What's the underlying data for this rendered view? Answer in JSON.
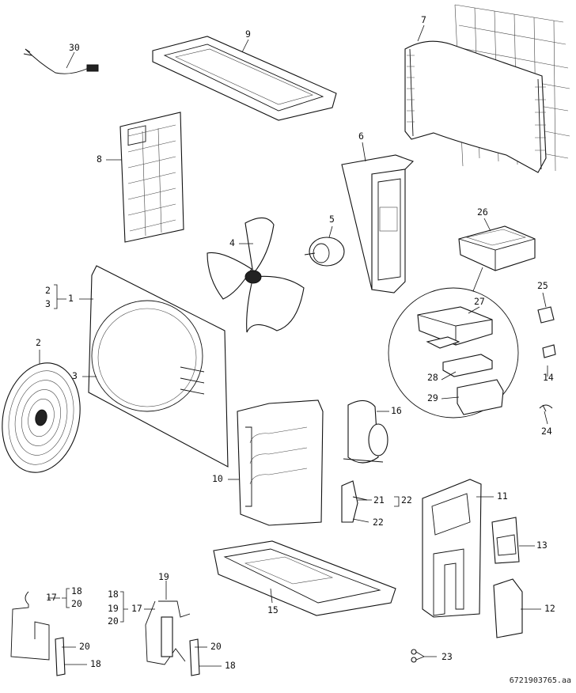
{
  "labels": {
    "l1": "1",
    "l2": "2",
    "l3": "3",
    "l4": "4",
    "l5": "5",
    "l6": "6",
    "l7": "7",
    "l8": "8",
    "l9": "9",
    "l10": "10",
    "l11": "11",
    "l12": "12",
    "l13": "13",
    "l14": "14",
    "l15": "15",
    "l16": "16",
    "l17": "17",
    "l18": "18",
    "l19": "19",
    "l20": "20",
    "l21": "21",
    "l22": "22",
    "l23": "23",
    "l24": "24",
    "l25": "25",
    "l26": "26",
    "l27": "27",
    "l28": "28",
    "l29": "29",
    "l30": "30"
  },
  "doc_id": "6721903765.aa"
}
